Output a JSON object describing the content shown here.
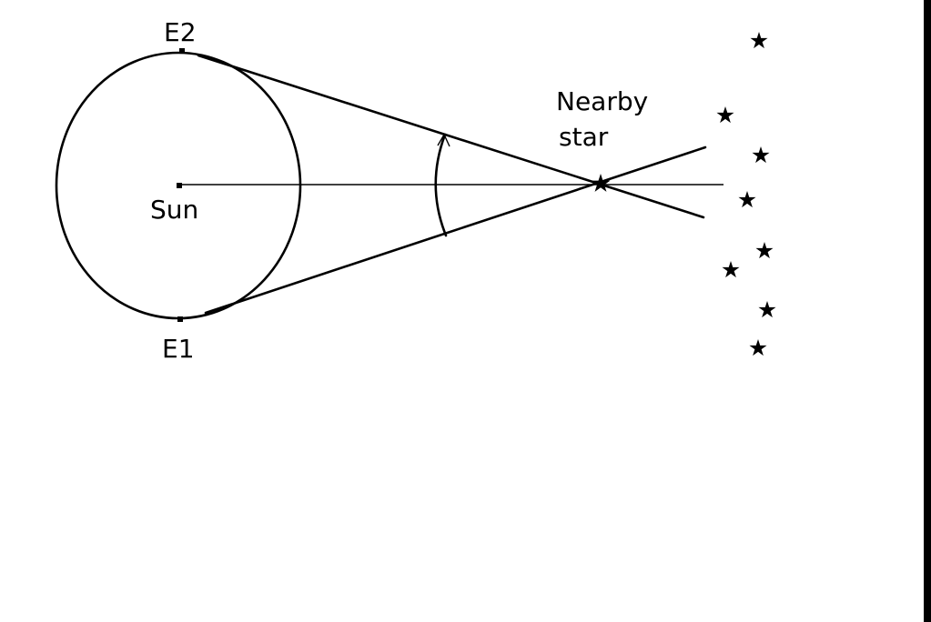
{
  "labels": {
    "top_orbit_point": "E2",
    "bottom_orbit_point": "E1",
    "sun": "Sun",
    "nearby_star_line1": "Nearby",
    "nearby_star_line2": "star"
  },
  "colors": {
    "ink": "#000000",
    "background": "#ffffff"
  },
  "icons": {
    "star": "filled-five-point-star"
  }
}
